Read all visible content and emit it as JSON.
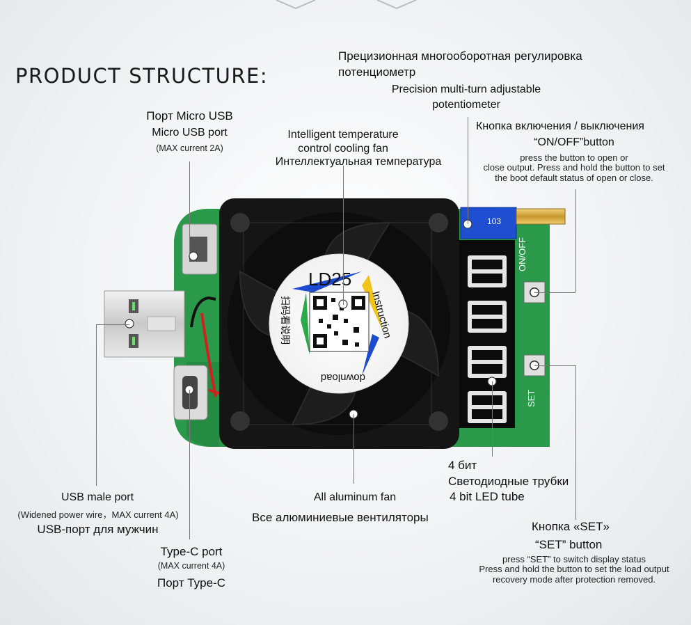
{
  "title": "PRODUCT STRUCTURE:",
  "potentiometer": {
    "ru_line1": "Прецизионная многооборотная регулировка",
    "ru_line2": "потенциометр",
    "en_line1": "Precision multi-turn adjustable",
    "en_line2": "potentiometer"
  },
  "micro_usb": {
    "ru": "Порт Micro USB",
    "en": "Micro USB port",
    "note": "(MAX current 2A)"
  },
  "fan_top": {
    "en_line1": "Intelligent temperature",
    "en_line2": "control cooling fan",
    "ru": "Интеллектуальная температура"
  },
  "onoff": {
    "ru": "Кнопка включения / выключения",
    "en": "“ON/OFF”button",
    "desc1": "press the button to open or",
    "desc2": "close output. Press and hold the button to set",
    "desc3": "the boot default  status of open or close."
  },
  "usb_male": {
    "en": "USB male port",
    "note": "(Widened power wire，MAX current 4A)",
    "ru": "USB-порт для мужчин"
  },
  "typec": {
    "en": "Type-C port",
    "note": "(MAX current 4A)",
    "ru": "Порт Type-C"
  },
  "fan_bottom": {
    "en": "All aluminum fan",
    "ru": "Все алюминиевые вентиляторы"
  },
  "led": {
    "ru_line1": "4 бит",
    "ru_line2": "Светодиодные трубки",
    "en": "4 bit LED tube"
  },
  "set_button": {
    "ru": "Кнопка «SET»",
    "en": "“SET” button",
    "desc1": "press “SET” to switch display status",
    "desc2": "Press and hold the button to set the load output",
    "desc3": "recovery mode after protection removed."
  },
  "device": {
    "fan_model": "LD25",
    "fan_instruction": "Instruction",
    "fan_download": "download",
    "fan_cn": "扫码看说明",
    "pcb_onoff": "ON/OFF",
    "pcb_set": "SET",
    "pot_code": "103",
    "led_digits": "8.8.8.8"
  },
  "colors": {
    "pcb": "#2a9a4a",
    "fan": "#111111",
    "led_red": "#e8e8e8",
    "pot_blue": "#1f4fd0"
  }
}
